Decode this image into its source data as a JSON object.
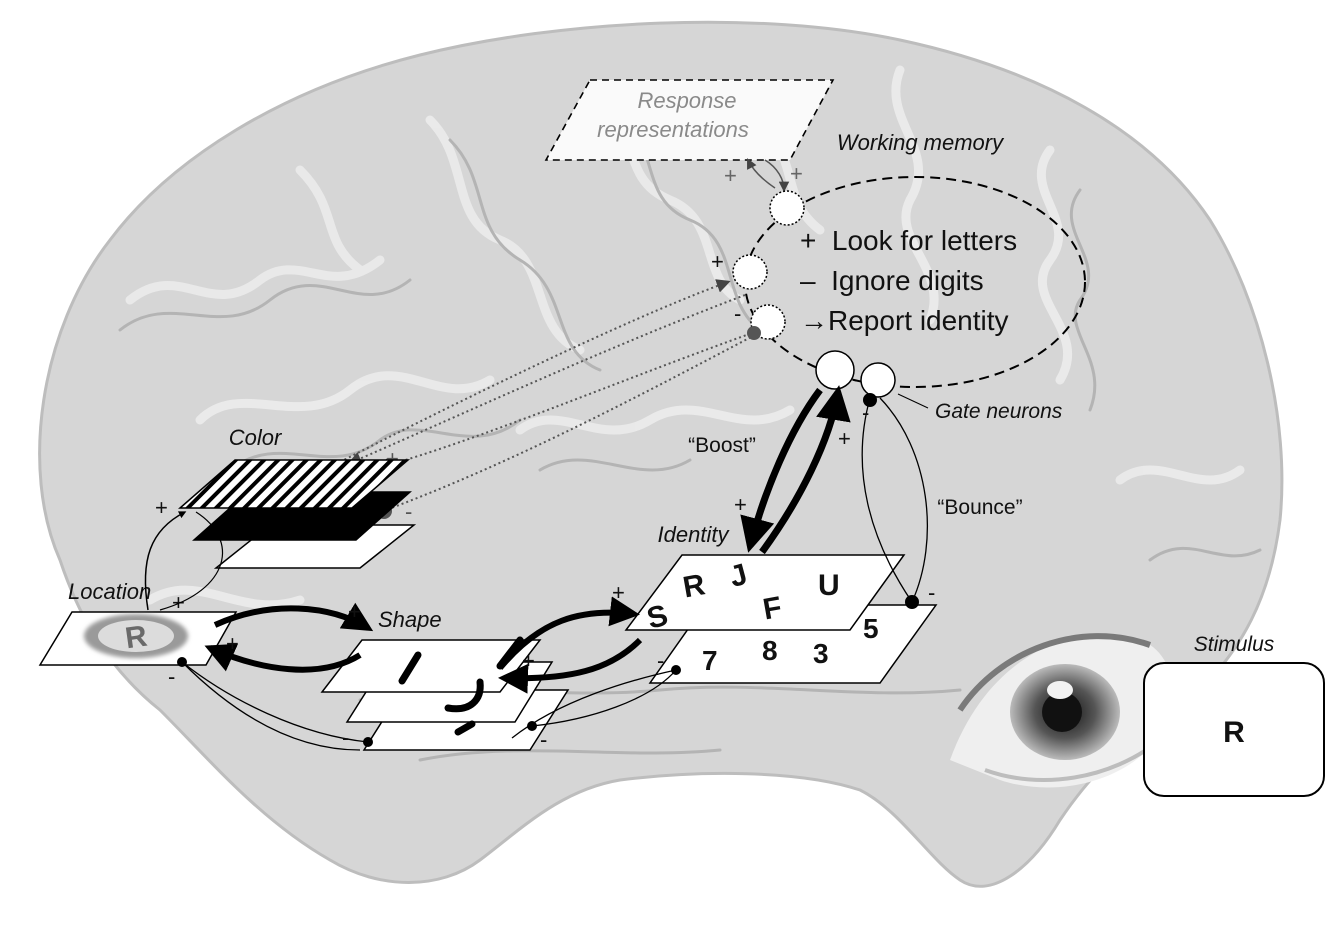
{
  "response_box": {
    "line1": "Response",
    "line2": "representations"
  },
  "working_memory": {
    "title": "Working memory",
    "rules": [
      "+  Look for letters",
      "–  Ignore digits",
      "→Report identity"
    ]
  },
  "gate_neurons": "Gate neurons",
  "boost": "“Boost”",
  "bounce": "“Bounce”",
  "labels": {
    "color": "Color",
    "location": "Location",
    "shape": "Shape",
    "identity": "Identity",
    "stimulus": "Stimulus"
  },
  "identity_letters": [
    "S",
    "R",
    "J",
    "F",
    "U"
  ],
  "identity_digits": [
    "7",
    "8",
    "3",
    "5"
  ],
  "stimulus_letter": "R",
  "location_glyph": "R",
  "signs": {
    "plus": "+",
    "minus": "-"
  },
  "colors": {
    "brain": "#d9d9d9",
    "ink": "#000000",
    "response_text": "#8a8a8a"
  }
}
